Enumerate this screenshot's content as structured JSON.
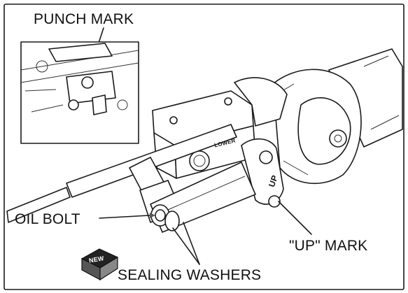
{
  "labels": {
    "punch_mark": "PUNCH MARK",
    "oil_bolt": "OIL BOLT",
    "up_mark": "\"UP\" MARK",
    "sealing_washers": "SEALING WASHERS",
    "new_badge": "NEW",
    "lower_text": "LOWER",
    "up_embossed": "UP"
  },
  "icons": {
    "new_part": "new-part-badge-icon"
  },
  "colors": {
    "line": "#1a1a1a",
    "background": "#ffffff",
    "shade": "#d6d6d6"
  }
}
